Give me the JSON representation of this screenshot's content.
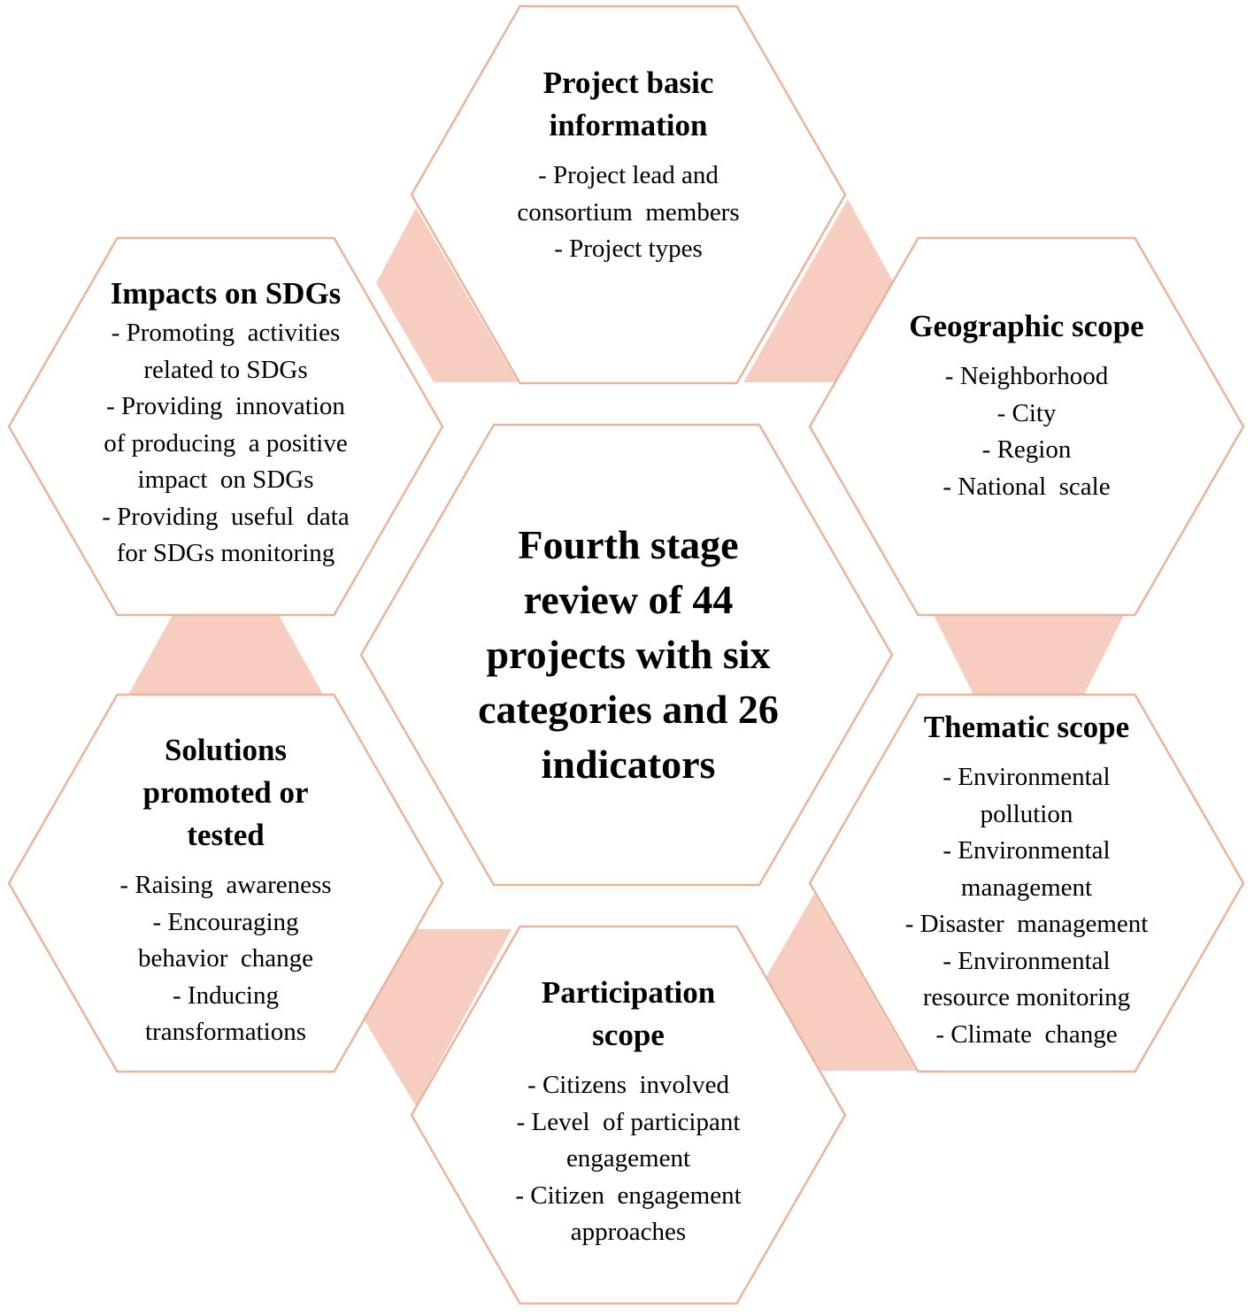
{
  "colors": {
    "hex_border": "#e9b49a",
    "connector_fill": "#f6cdbf",
    "background": "#ffffff",
    "text": "#000000"
  },
  "center": {
    "title_lines": [
      "Fourth stage",
      "review of 44",
      "projects with six",
      "categories and 26",
      "indicators"
    ]
  },
  "categories": {
    "project_basic_information": {
      "title_lines": [
        "Project basic",
        "information"
      ],
      "items": [
        "- Project lead and",
        "consortium  members",
        "- Project types"
      ]
    },
    "geographic_scope": {
      "title_lines": [
        "Geographic scope"
      ],
      "items": [
        "- Neighborhood",
        "- City",
        "- Region",
        "- National  scale"
      ]
    },
    "thematic_scope": {
      "title_lines": [
        "Thematic scope"
      ],
      "items": [
        "- Environmental",
        "pollution",
        "- Environmental",
        "management",
        "- Disaster  management",
        "- Environmental",
        "resource monitoring",
        "- Climate  change"
      ]
    },
    "participation_scope": {
      "title_lines": [
        "Participation",
        "scope"
      ],
      "items": [
        "- Citizens  involved",
        "- Level  of participant",
        "engagement",
        "- Citizen  engagement",
        "approaches"
      ]
    },
    "solutions_promoted": {
      "title_lines": [
        "Solutions",
        "promoted or",
        "tested"
      ],
      "items": [
        "- Raising  awareness",
        "- Encouraging",
        "behavior  change",
        "- Inducing",
        "transformations"
      ]
    },
    "impacts_on_sdgs": {
      "title_lines": [
        "Impacts on SDGs"
      ],
      "items": [
        "- Promoting  activities",
        "related to SDGs",
        "- Providing  innovation",
        "of producing  a positive",
        "impact  on SDGs",
        "- Providing  useful  data",
        "for SDGs monitoring"
      ]
    }
  }
}
